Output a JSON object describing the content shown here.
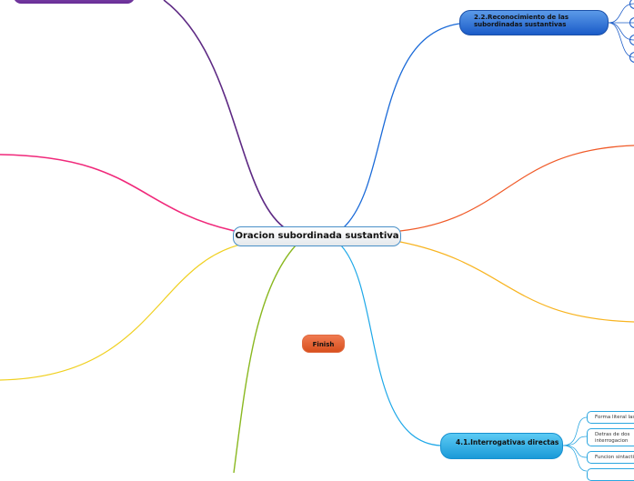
{
  "central_topic": "Oracion subordinada sustantiva",
  "topics": {
    "reconocimiento": "2.2.Reconocimiento de las subordinadas sustantivas",
    "interrogativas": "4.1.Interrogativas directas",
    "finish": "Finish"
  },
  "interrogativas_children": [
    "Forma literal las",
    "Detras de dos interrogacion",
    "Funcion sintacti",
    ""
  ],
  "colors": {
    "purple": "#5e2a84",
    "blue": "#1a5bc8",
    "orange_red": "#f05a28",
    "pink": "#f0287a",
    "yellow": "#f0d020",
    "amber": "#f8b420",
    "green": "#8ab820",
    "cyan": "#1ea8e8"
  }
}
